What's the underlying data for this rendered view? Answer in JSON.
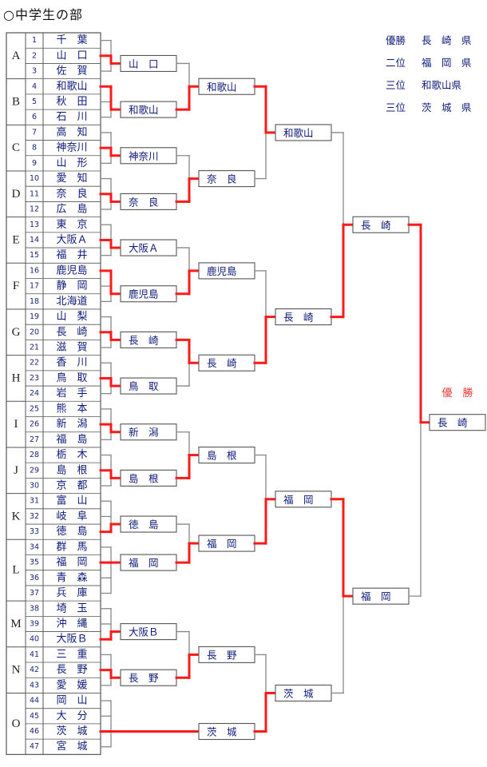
{
  "title": "○中学生の部",
  "champion_label": "優　勝",
  "colors": {
    "win_line": "#ff1a1a",
    "line": "#888888",
    "text": "#0d1a7a",
    "border": "#555555"
  },
  "groups": [
    {
      "letter": "A",
      "first": 1,
      "count": 3
    },
    {
      "letter": "B",
      "first": 4,
      "count": 3
    },
    {
      "letter": "C",
      "first": 7,
      "count": 3
    },
    {
      "letter": "D",
      "first": 10,
      "count": 3
    },
    {
      "letter": "E",
      "first": 13,
      "count": 3
    },
    {
      "letter": "F",
      "first": 16,
      "count": 3
    },
    {
      "letter": "G",
      "first": 19,
      "count": 3
    },
    {
      "letter": "H",
      "first": 22,
      "count": 3
    },
    {
      "letter": "I",
      "first": 25,
      "count": 3
    },
    {
      "letter": "J",
      "first": 28,
      "count": 3
    },
    {
      "letter": "K",
      "first": 31,
      "count": 3
    },
    {
      "letter": "L",
      "first": 34,
      "count": 4
    },
    {
      "letter": "M",
      "first": 38,
      "count": 3
    },
    {
      "letter": "N",
      "first": 41,
      "count": 3
    },
    {
      "letter": "O",
      "first": 44,
      "count": 4
    }
  ],
  "teams": [
    {
      "no": "1",
      "name": "千　葉"
    },
    {
      "no": "2",
      "name": "山　口"
    },
    {
      "no": "3",
      "name": "佐　賀"
    },
    {
      "no": "4",
      "name": "和歌山"
    },
    {
      "no": "5",
      "name": "秋　田"
    },
    {
      "no": "6",
      "name": "石　川"
    },
    {
      "no": "7",
      "name": "高　知"
    },
    {
      "no": "8",
      "name": "神奈川"
    },
    {
      "no": "9",
      "name": "山　形"
    },
    {
      "no": "10",
      "name": "愛　知"
    },
    {
      "no": "11",
      "name": "奈　良"
    },
    {
      "no": "12",
      "name": "広　島"
    },
    {
      "no": "13",
      "name": "東　京"
    },
    {
      "no": "14",
      "name": "大阪Ａ"
    },
    {
      "no": "15",
      "name": "福　井"
    },
    {
      "no": "16",
      "name": "鹿児島"
    },
    {
      "no": "17",
      "name": "静　岡"
    },
    {
      "no": "18",
      "name": "北海道"
    },
    {
      "no": "19",
      "name": "山　梨"
    },
    {
      "no": "20",
      "name": "長　崎"
    },
    {
      "no": "21",
      "name": "滋　賀"
    },
    {
      "no": "22",
      "name": "香　川"
    },
    {
      "no": "23",
      "name": "鳥　取"
    },
    {
      "no": "24",
      "name": "岩　手"
    },
    {
      "no": "25",
      "name": "熊　本"
    },
    {
      "no": "26",
      "name": "新　潟"
    },
    {
      "no": "27",
      "name": "福　島"
    },
    {
      "no": "28",
      "name": "栃　木"
    },
    {
      "no": "29",
      "name": "島　根"
    },
    {
      "no": "30",
      "name": "京　都"
    },
    {
      "no": "31",
      "name": "富　山"
    },
    {
      "no": "32",
      "name": "岐　阜"
    },
    {
      "no": "33",
      "name": "徳　島"
    },
    {
      "no": "34",
      "name": "群　馬"
    },
    {
      "no": "35",
      "name": "福　岡"
    },
    {
      "no": "36",
      "name": "青　森"
    },
    {
      "no": "37",
      "name": "兵　庫"
    },
    {
      "no": "38",
      "name": "埼　玉"
    },
    {
      "no": "39",
      "name": "沖　縄"
    },
    {
      "no": "40",
      "name": "大阪Ｂ"
    },
    {
      "no": "41",
      "name": "三　重"
    },
    {
      "no": "42",
      "name": "長　野"
    },
    {
      "no": "43",
      "name": "愛　媛"
    },
    {
      "no": "44",
      "name": "岡　山"
    },
    {
      "no": "45",
      "name": "大　分"
    },
    {
      "no": "46",
      "name": "茨　城"
    },
    {
      "no": "47",
      "name": "宮　城"
    }
  ],
  "rounds": {
    "round1": [
      {
        "name": "山　口",
        "from": "2"
      },
      {
        "name": "和歌山",
        "from": "4"
      },
      {
        "name": "神奈川",
        "from": "8"
      },
      {
        "name": "奈　良",
        "from": "11"
      },
      {
        "name": "大阪Ａ",
        "from": "14"
      },
      {
        "name": "鹿児島",
        "from": "16"
      },
      {
        "name": "長　崎",
        "from": "20"
      },
      {
        "name": "鳥　取",
        "from": "23"
      },
      {
        "name": "新　潟",
        "from": "26"
      },
      {
        "name": "島　根",
        "from": "29"
      },
      {
        "name": "徳　島",
        "from": "33"
      },
      {
        "name": "福　岡",
        "from": "35"
      },
      {
        "name": "大阪Ｂ",
        "from": "40"
      },
      {
        "name": "長　野",
        "from": "42"
      }
    ],
    "round2": [
      {
        "name": "和歌山",
        "src": [
          0,
          1
        ],
        "win": 1
      },
      {
        "name": "奈　良",
        "src": [
          2,
          3
        ],
        "win": 1
      },
      {
        "name": "鹿児島",
        "src": [
          4,
          5
        ],
        "win": 1
      },
      {
        "name": "長　崎",
        "src": [
          6,
          7
        ],
        "win": 0
      },
      {
        "name": "島　根",
        "src": [
          8,
          9
        ],
        "win": 1
      },
      {
        "name": "福　岡",
        "src": [
          10,
          11
        ],
        "win": 1
      },
      {
        "name": "長　野",
        "src": [
          12,
          13
        ],
        "win": 1
      },
      {
        "name": "茨　城",
        "from_team": "46"
      }
    ],
    "round3": [
      {
        "name": "和歌山",
        "src": [
          0,
          1
        ],
        "win": 0
      },
      {
        "name": "長　崎",
        "src": [
          2,
          3
        ],
        "win": 1
      },
      {
        "name": "福　岡",
        "src": [
          4,
          5
        ],
        "win": 1
      },
      {
        "name": "茨　城",
        "src": [
          6,
          7
        ],
        "win": 1
      }
    ],
    "round4": [
      {
        "name": "長　崎",
        "src": [
          0,
          1
        ],
        "win": 1
      },
      {
        "name": "福　岡",
        "src": [
          2,
          3
        ],
        "win": 0
      }
    ],
    "final": {
      "name": "長　崎",
      "src": [
        0,
        1
      ],
      "win": 0
    }
  },
  "standings": [
    {
      "rank": "優勝",
      "pref": "長　崎　県"
    },
    {
      "rank": "二位",
      "pref": "福　岡　県"
    },
    {
      "rank": "三位",
      "pref": "和歌山県"
    },
    {
      "rank": "三位",
      "pref": "茨　城　県"
    }
  ]
}
